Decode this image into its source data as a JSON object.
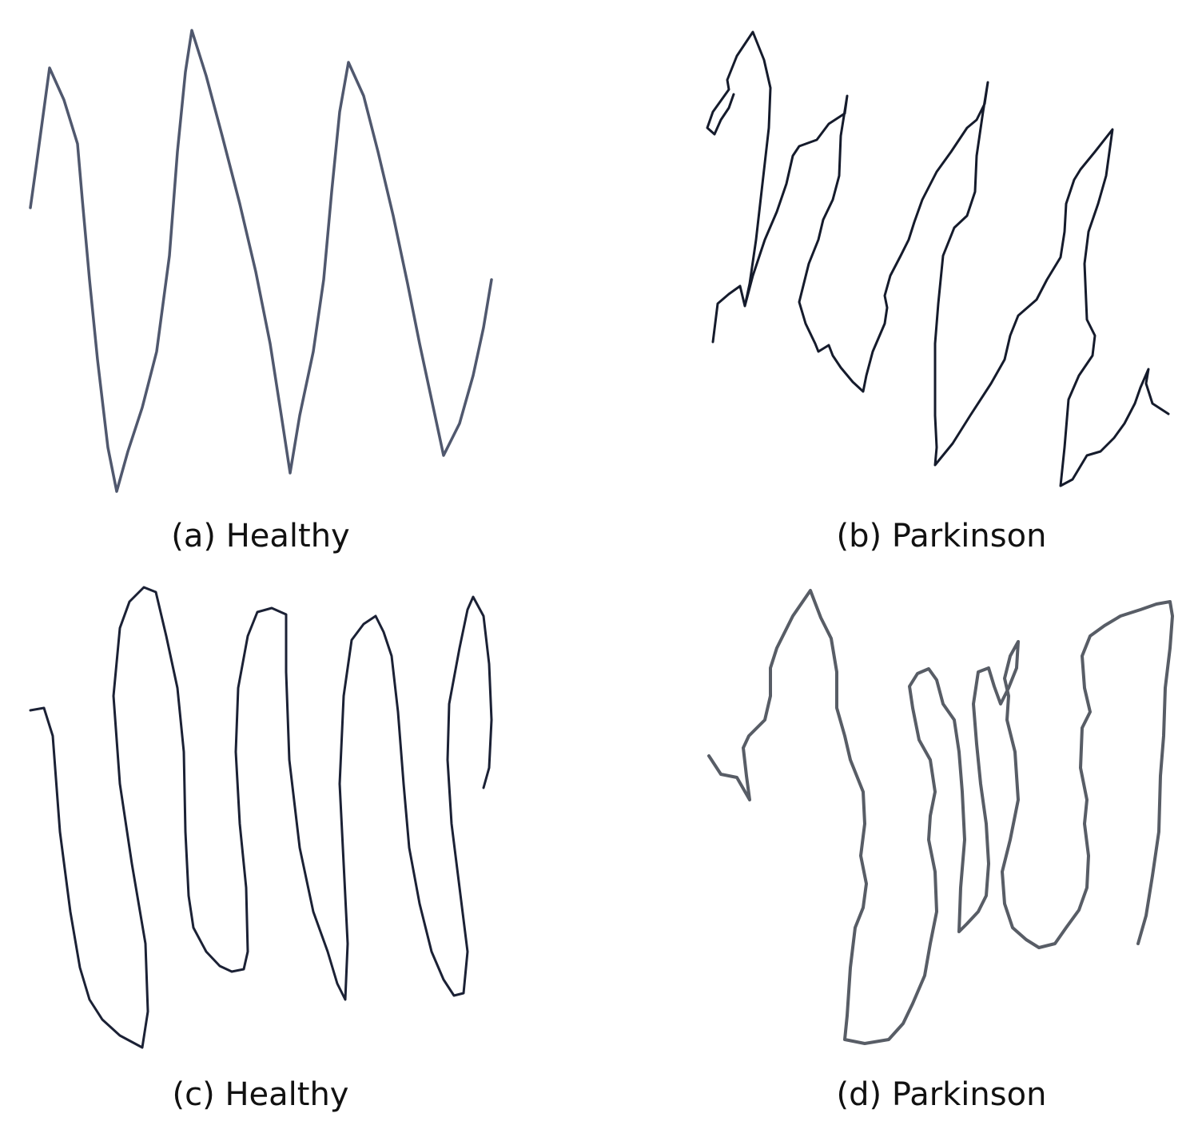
{
  "panels": [
    {
      "label": "(a) Healthy",
      "group": "Healthy",
      "ink": "#50586e"
    },
    {
      "label": "(b) Parkinson",
      "group": "Parkinson",
      "ink": "#151b2c"
    },
    {
      "label": "(c) Healthy",
      "group": "Healthy",
      "ink": "#1b2135"
    },
    {
      "label": "(d) Parkinson",
      "group": "Parkinson",
      "ink": "#585d66"
    }
  ]
}
